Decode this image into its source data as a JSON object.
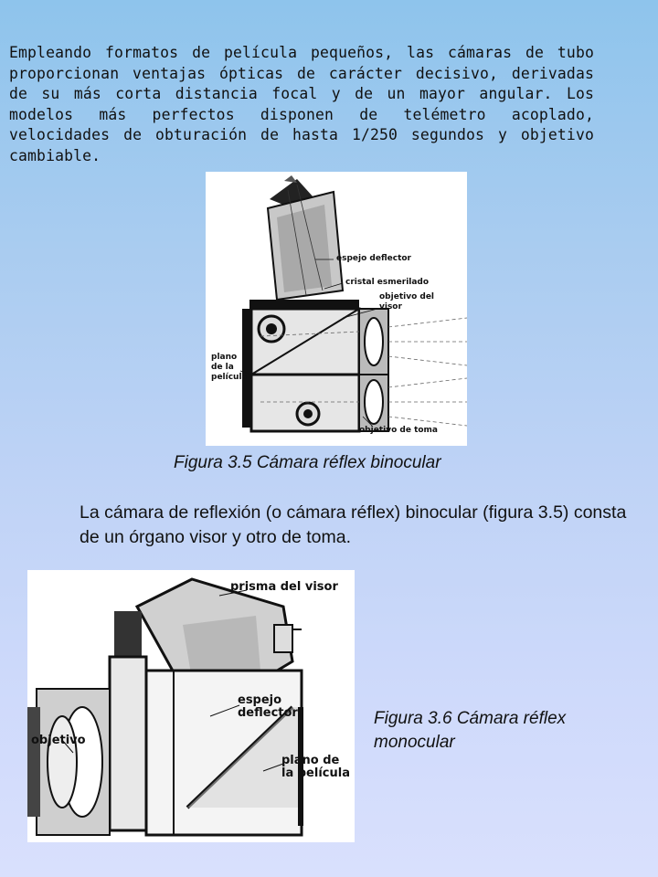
{
  "intro_paragraph": "Empleando formatos de película pequeños, las cámaras de tubo proporcionan ventajas ópticas de carácter decisivo, derivadas de su más corta distancia focal y de un mayor angular. Los modelos más perfectos disponen de telémetro acoplado, velocidades de obturación de hasta 1/250 segundos y objetivo cambiable.",
  "figure_binocular": {
    "caption": "Figura 3.5 Cámara réflex binocular",
    "labels": {
      "espejo": "espejo deflector",
      "cristal": "cristal esmerilado",
      "objetivo_visor_1": "objetivo del",
      "objetivo_visor_2": "visor",
      "plano_1": "plano",
      "plano_2": "de la",
      "plano_3": "película",
      "objetivo_toma": "objetivo de toma"
    }
  },
  "body_paragraph": "La cámara de reflexión (o cámara réflex) binocular (figura 3.5) consta de un órgano visor y otro de toma.",
  "figure_monocular": {
    "caption": "Figura 3.6 Cámara réflex monocular",
    "labels": {
      "prisma": "prisma del visor",
      "espejo_1": "espejo",
      "espejo_2": "deflector",
      "objetivo": "objetivo",
      "plano_1": "plano de",
      "plano_2": "la película"
    }
  }
}
